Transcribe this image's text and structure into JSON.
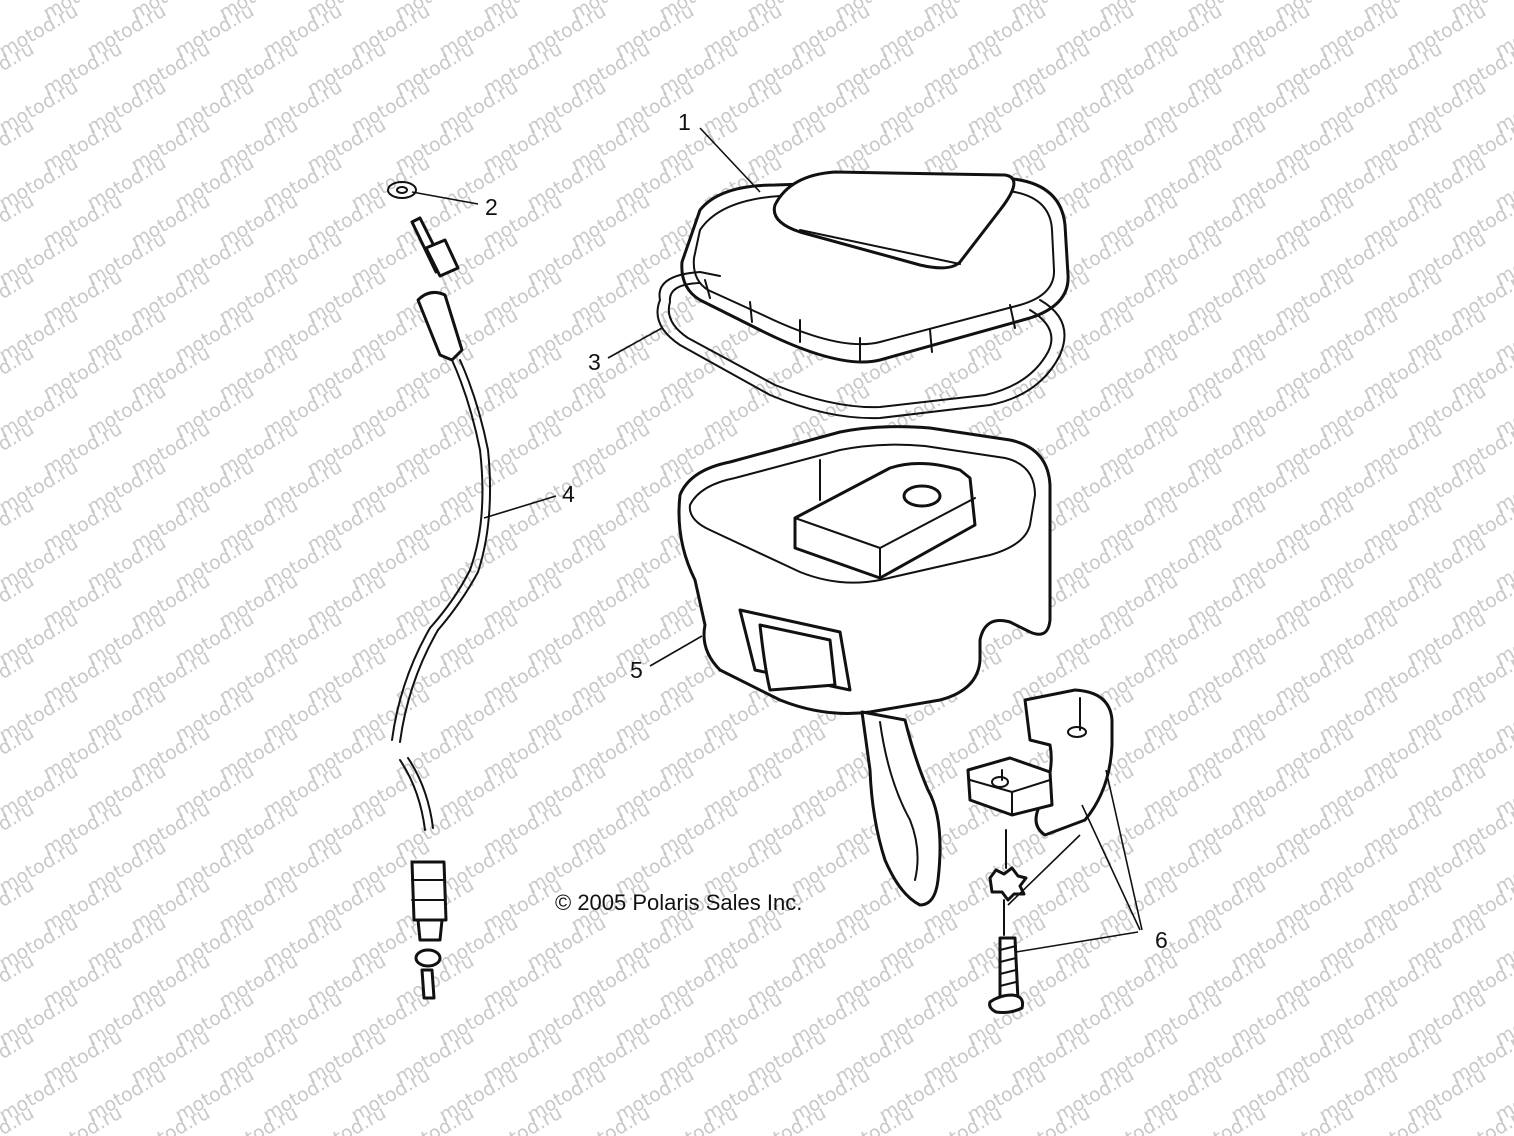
{
  "callouts": [
    "1",
    "2",
    "3",
    "4",
    "5",
    "6"
  ],
  "copyright": "© 2005 Polaris Sales Inc.",
  "watermark": "motod.ru",
  "colors": {
    "line": "#111111",
    "watermark": "#c8c8c8",
    "background": "#ffffff"
  }
}
